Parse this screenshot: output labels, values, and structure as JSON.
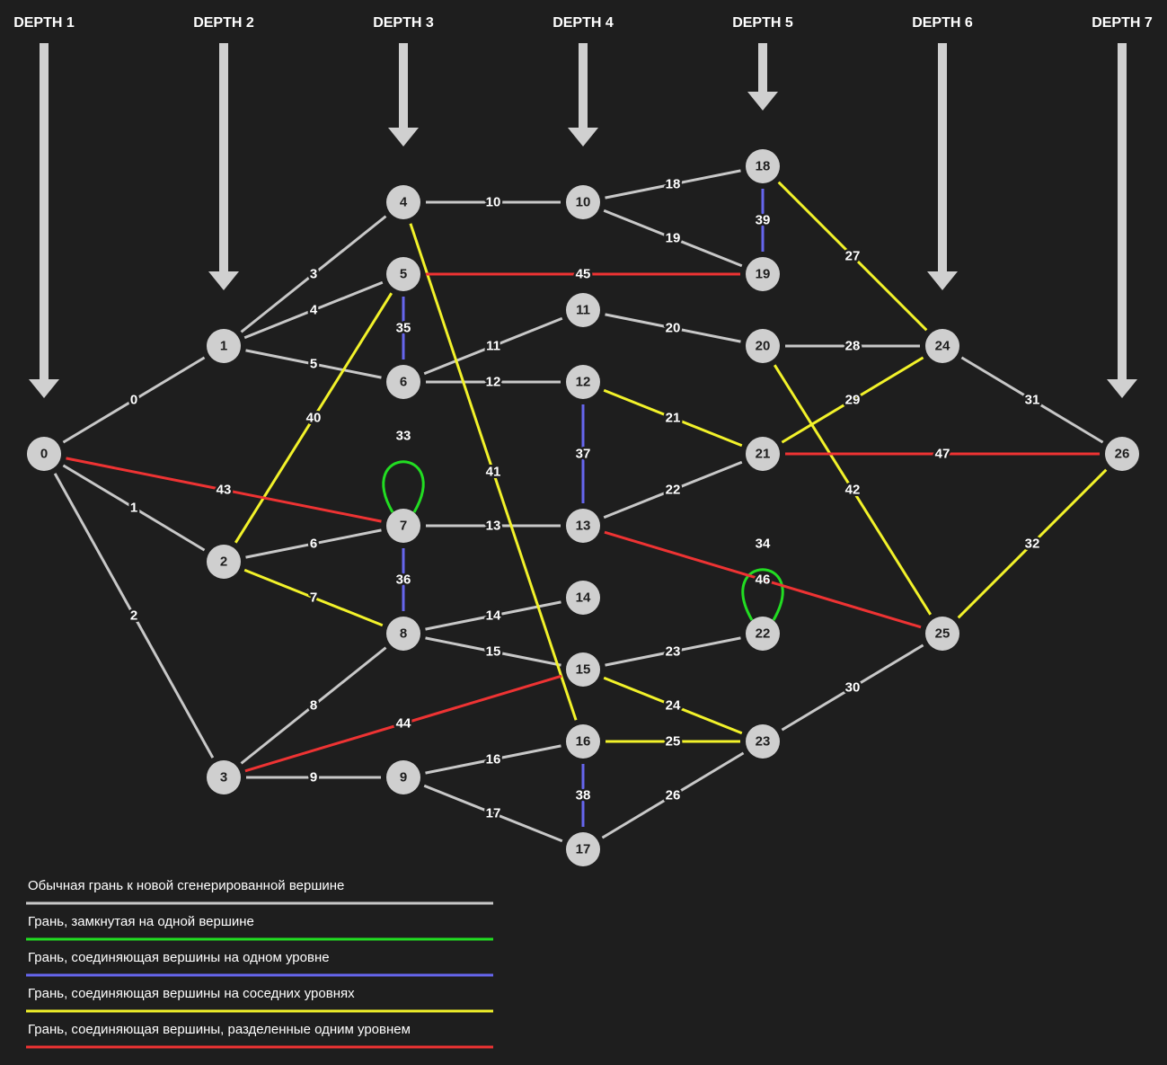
{
  "depth_labels": [
    "DEPTH 1",
    "DEPTH 2",
    "DEPTH 3",
    "DEPTH 4",
    "DEPTH 5",
    "DEPTH 6",
    "DEPTH 7"
  ],
  "colors": {
    "normal": "#c8c8c8",
    "loop": "#22dd22",
    "same_level": "#6666ee",
    "adjacent_level": "#f2f22a",
    "skip_level": "#ee3333",
    "node_fill": "#cfcfcf",
    "background": "#1e1e1e"
  },
  "nodes": [
    {
      "id": "0",
      "depth": 1
    },
    {
      "id": "1",
      "depth": 2
    },
    {
      "id": "2",
      "depth": 2
    },
    {
      "id": "3",
      "depth": 2
    },
    {
      "id": "4",
      "depth": 3
    },
    {
      "id": "5",
      "depth": 3
    },
    {
      "id": "6",
      "depth": 3
    },
    {
      "id": "7",
      "depth": 3
    },
    {
      "id": "8",
      "depth": 3
    },
    {
      "id": "9",
      "depth": 3
    },
    {
      "id": "10",
      "depth": 4
    },
    {
      "id": "11",
      "depth": 4
    },
    {
      "id": "12",
      "depth": 4
    },
    {
      "id": "13",
      "depth": 4
    },
    {
      "id": "14",
      "depth": 4
    },
    {
      "id": "15",
      "depth": 4
    },
    {
      "id": "16",
      "depth": 4
    },
    {
      "id": "17",
      "depth": 4
    },
    {
      "id": "18",
      "depth": 5
    },
    {
      "id": "19",
      "depth": 5
    },
    {
      "id": "20",
      "depth": 5
    },
    {
      "id": "21",
      "depth": 5
    },
    {
      "id": "22",
      "depth": 5
    },
    {
      "id": "23",
      "depth": 5
    },
    {
      "id": "24",
      "depth": 6
    },
    {
      "id": "25",
      "depth": 6
    },
    {
      "id": "26",
      "depth": 7
    }
  ],
  "edges": [
    {
      "label": "0",
      "from": "0",
      "to": "1",
      "type": "normal"
    },
    {
      "label": "1",
      "from": "0",
      "to": "2",
      "type": "normal"
    },
    {
      "label": "2",
      "from": "0",
      "to": "3",
      "type": "normal"
    },
    {
      "label": "3",
      "from": "1",
      "to": "4",
      "type": "normal"
    },
    {
      "label": "4",
      "from": "1",
      "to": "5",
      "type": "normal"
    },
    {
      "label": "5",
      "from": "1",
      "to": "6",
      "type": "normal"
    },
    {
      "label": "6",
      "from": "2",
      "to": "7",
      "type": "normal"
    },
    {
      "label": "7",
      "from": "2",
      "to": "8",
      "type": "adjacent_level"
    },
    {
      "label": "8",
      "from": "3",
      "to": "8",
      "type": "normal"
    },
    {
      "label": "9",
      "from": "3",
      "to": "9",
      "type": "normal"
    },
    {
      "label": "10",
      "from": "4",
      "to": "10",
      "type": "normal"
    },
    {
      "label": "11",
      "from": "6",
      "to": "11",
      "type": "normal"
    },
    {
      "label": "12",
      "from": "6",
      "to": "12",
      "type": "normal"
    },
    {
      "label": "13",
      "from": "7",
      "to": "13",
      "type": "normal"
    },
    {
      "label": "14",
      "from": "8",
      "to": "14",
      "type": "normal"
    },
    {
      "label": "15",
      "from": "8",
      "to": "15",
      "type": "normal"
    },
    {
      "label": "16",
      "from": "9",
      "to": "16",
      "type": "normal"
    },
    {
      "label": "17",
      "from": "9",
      "to": "17",
      "type": "normal"
    },
    {
      "label": "18",
      "from": "10",
      "to": "18",
      "type": "normal"
    },
    {
      "label": "19",
      "from": "10",
      "to": "19",
      "type": "normal"
    },
    {
      "label": "20",
      "from": "11",
      "to": "20",
      "type": "normal"
    },
    {
      "label": "21",
      "from": "12",
      "to": "21",
      "type": "adjacent_level"
    },
    {
      "label": "22",
      "from": "13",
      "to": "21",
      "type": "normal"
    },
    {
      "label": "23",
      "from": "15",
      "to": "22",
      "type": "normal"
    },
    {
      "label": "24",
      "from": "15",
      "to": "23",
      "type": "adjacent_level"
    },
    {
      "label": "25",
      "from": "16",
      "to": "23",
      "type": "adjacent_level"
    },
    {
      "label": "26",
      "from": "17",
      "to": "23",
      "type": "normal"
    },
    {
      "label": "27",
      "from": "18",
      "to": "24",
      "type": "adjacent_level"
    },
    {
      "label": "28",
      "from": "20",
      "to": "24",
      "type": "normal"
    },
    {
      "label": "29",
      "from": "21",
      "to": "24",
      "type": "adjacent_level"
    },
    {
      "label": "30",
      "from": "23",
      "to": "25",
      "type": "normal"
    },
    {
      "label": "31",
      "from": "24",
      "to": "26",
      "type": "normal"
    },
    {
      "label": "32",
      "from": "25",
      "to": "26",
      "type": "adjacent_level"
    },
    {
      "label": "33",
      "from": "7",
      "to": "7",
      "type": "loop"
    },
    {
      "label": "34",
      "from": "22",
      "to": "22",
      "type": "loop"
    },
    {
      "label": "35",
      "from": "5",
      "to": "6",
      "type": "same_level"
    },
    {
      "label": "36",
      "from": "7",
      "to": "8",
      "type": "same_level"
    },
    {
      "label": "37",
      "from": "12",
      "to": "13",
      "type": "same_level"
    },
    {
      "label": "38",
      "from": "16",
      "to": "17",
      "type": "same_level"
    },
    {
      "label": "39",
      "from": "18",
      "to": "19",
      "type": "same_level"
    },
    {
      "label": "40",
      "from": "2",
      "to": "5",
      "type": "adjacent_level"
    },
    {
      "label": "41",
      "from": "4",
      "to": "16",
      "type": "adjacent_level"
    },
    {
      "label": "42",
      "from": "20",
      "to": "25",
      "type": "adjacent_level"
    },
    {
      "label": "43",
      "from": "0",
      "to": "7",
      "type": "skip_level"
    },
    {
      "label": "44",
      "from": "3",
      "to": "15",
      "type": "skip_level"
    },
    {
      "label": "45",
      "from": "5",
      "to": "19",
      "type": "skip_level"
    },
    {
      "label": "46",
      "from": "13",
      "to": "25",
      "type": "skip_level"
    },
    {
      "label": "47",
      "from": "21",
      "to": "26",
      "type": "skip_level"
    }
  ],
  "legend": [
    {
      "type": "normal",
      "label": "Обычная грань к новой сгенерированной вершине"
    },
    {
      "type": "loop",
      "label": "Грань, замкнутая на одной вершине"
    },
    {
      "type": "same_level",
      "label": "Грань, соединяющая вершины на одном уровне"
    },
    {
      "type": "adjacent_level",
      "label": "Грань, соединяющая вершины на соседних уровнях"
    },
    {
      "type": "skip_level",
      "label": "Грань, соединяющая вершины, разделенные одним уровнем"
    }
  ]
}
